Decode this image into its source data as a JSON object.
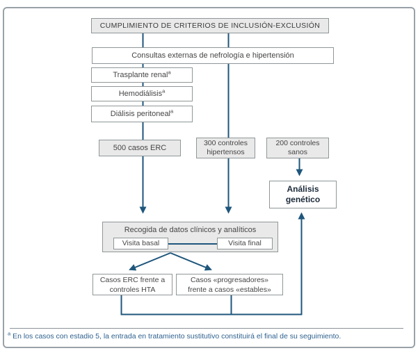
{
  "colors": {
    "flow_line": "#1f567c",
    "box_fill_gray": "#e9e9e9",
    "box_border": "#8f9698",
    "frame_border": "#99a1a8",
    "box_text": "#454545",
    "genetic_analysis_text": "#1c2b3a",
    "footnote_text": "#2f618f"
  },
  "flow": {
    "header_label": "CUMPLIMIENTO DE CRITERIOS DE INCLUSIÓN-EXCLUSIÓN",
    "consultas_label": "Consultas externas de nefrología e hipertensión",
    "exclusions": [
      {
        "label": "Trasplante renal",
        "mark": "a"
      },
      {
        "label": "Hemodiálisis",
        "mark": "a"
      },
      {
        "label": "Diálisis peritoneal",
        "mark": "a"
      }
    ],
    "erc_cases_label": "500 casos ERC",
    "hypertensive_controls": {
      "line1": "300 controles",
      "line2": "hipertensos"
    },
    "healthy_controls": {
      "line1": "200 controles",
      "line2": "sanos"
    },
    "genetic_analysis": {
      "line1": "Análisis",
      "line2": "genético"
    },
    "data_collection": {
      "title": "Recogida de datos clínicos y analíticos",
      "baseline_visit": "Visita basal",
      "final_visit": "Visita final"
    },
    "comparison_erc_hta": {
      "line1": "Casos ERC frente a",
      "line2": "controles HTA"
    },
    "comparison_progressors": {
      "line1": "Casos «progresadores»",
      "line2": "frente a casos «estables»"
    },
    "footnote": {
      "mark": "a",
      "text": " En los casos con estadio 5, la entrada en tratamiento sustitutivo constituirá el final de su seguimiento."
    }
  }
}
